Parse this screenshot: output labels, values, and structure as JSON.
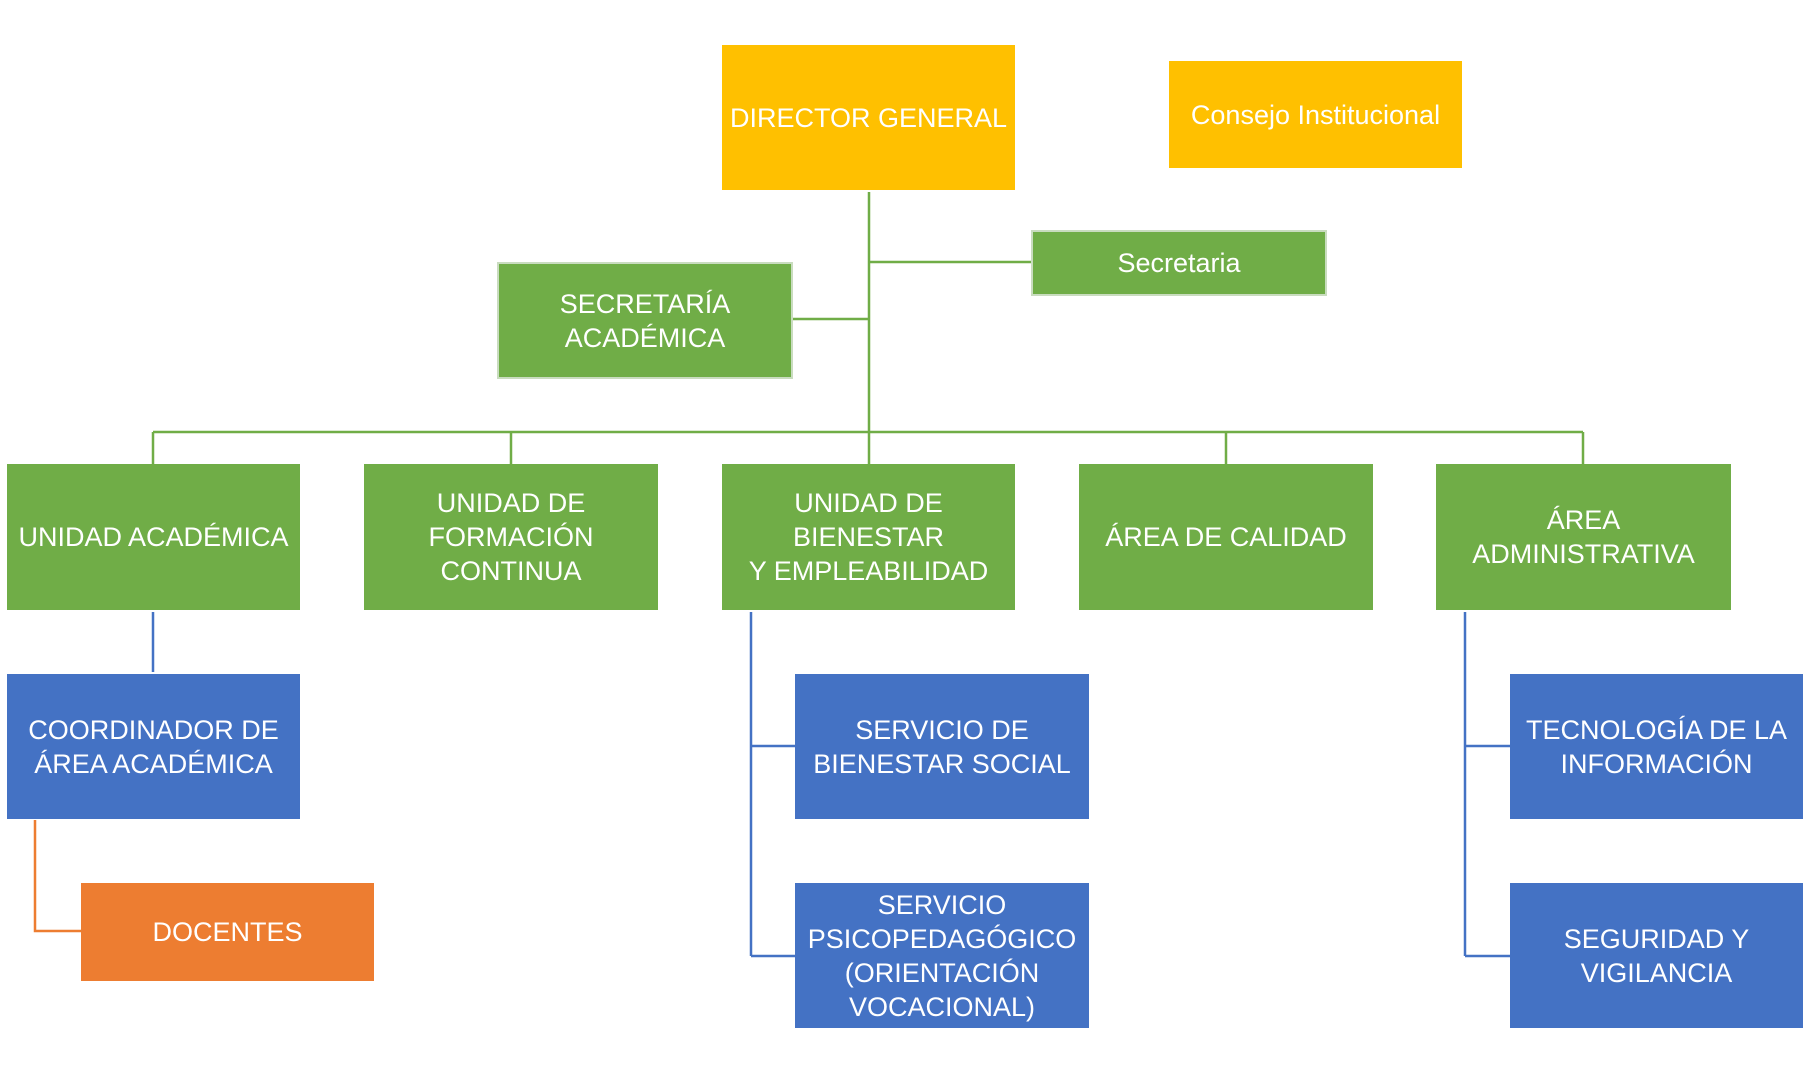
{
  "colors": {
    "top_level": "#ffc000",
    "unit": "#70ad47",
    "service": "#4472c4",
    "staff": "#ed7d31",
    "green_line": "#70ad47",
    "blue_line": "#4472c4",
    "orange_line": "#ed7d31"
  },
  "nodes": {
    "director": "DIRECTOR GENERAL",
    "consejo": "Consejo Institucional",
    "secretaria": "Secretaria",
    "secretaria_academica": "SECRETARÍA\nACADÉMICA",
    "unidad_academica": "UNIDAD ACADÉMICA",
    "unidad_formacion": "UNIDAD DE\nFORMACIÓN\nCONTINUA",
    "unidad_bienestar": "UNIDAD DE BIENESTAR\nY EMPLEABILIDAD",
    "area_calidad": "ÁREA DE CALIDAD",
    "area_administrativa": "ÁREA\nADMINISTRATIVA",
    "coordinador": "COORDINADOR DE\nÁREA ACADÉMICA",
    "docentes": "DOCENTES",
    "servicio_bienestar": "SERVICIO  DE\nBIENESTAR SOCIAL",
    "servicio_psico": "SERVICIO\nPSICOPEDAGÓGICO\n(ORIENTACIÓN\nVOCACIONAL)",
    "tecnologia": "TECNOLOGÍA DE LA\nINFORMACIÓN",
    "seguridad": "SEGURIDAD Y\nVIGILANCIA"
  }
}
